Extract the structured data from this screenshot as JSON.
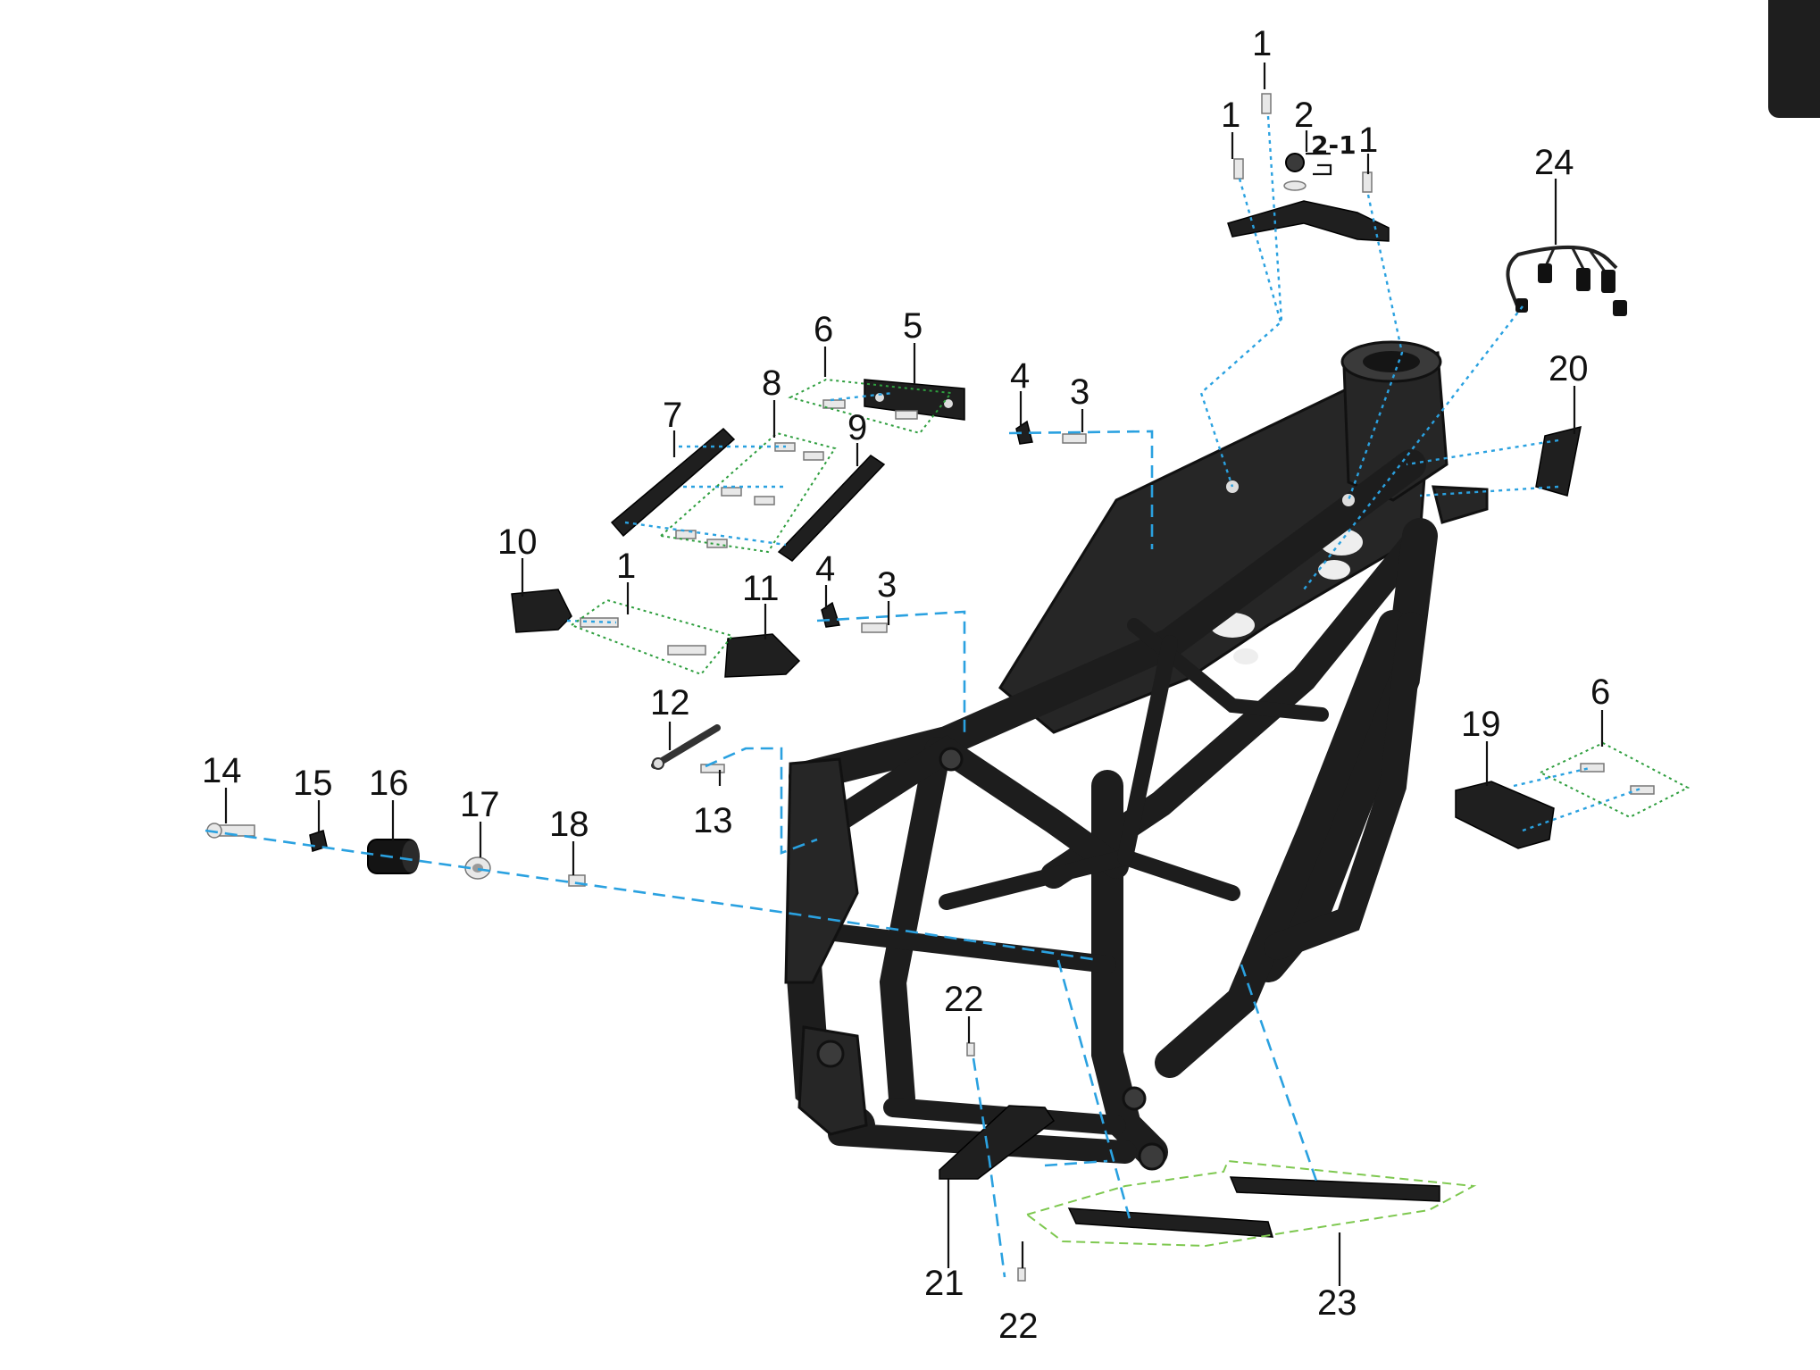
{
  "labels": [
    {
      "id": "l1a",
      "text": "1"
    },
    {
      "id": "l1b",
      "text": "1"
    },
    {
      "id": "l2",
      "text": "2"
    },
    {
      "id": "l21x",
      "text": "2-1"
    },
    {
      "id": "l1c",
      "text": "1"
    },
    {
      "id": "l24",
      "text": "24"
    },
    {
      "id": "l6a",
      "text": "6"
    },
    {
      "id": "l5",
      "text": "5"
    },
    {
      "id": "l8",
      "text": "8"
    },
    {
      "id": "l7",
      "text": "7"
    },
    {
      "id": "l9",
      "text": "9"
    },
    {
      "id": "l4a",
      "text": "4"
    },
    {
      "id": "l3a",
      "text": "3"
    },
    {
      "id": "l20",
      "text": "20"
    },
    {
      "id": "l10",
      "text": "10"
    },
    {
      "id": "l1d",
      "text": "1"
    },
    {
      "id": "l11",
      "text": "11"
    },
    {
      "id": "l4b",
      "text": "4"
    },
    {
      "id": "l3b",
      "text": "3"
    },
    {
      "id": "l12",
      "text": "12"
    },
    {
      "id": "l13",
      "text": "13"
    },
    {
      "id": "l14",
      "text": "14"
    },
    {
      "id": "l15",
      "text": "15"
    },
    {
      "id": "l16",
      "text": "16"
    },
    {
      "id": "l17",
      "text": "17"
    },
    {
      "id": "l18",
      "text": "18"
    },
    {
      "id": "l19",
      "text": "19"
    },
    {
      "id": "l6b",
      "text": "6"
    },
    {
      "id": "l22a",
      "text": "22"
    },
    {
      "id": "l21",
      "text": "21"
    },
    {
      "id": "l22b",
      "text": "22"
    },
    {
      "id": "l23",
      "text": "23"
    }
  ]
}
